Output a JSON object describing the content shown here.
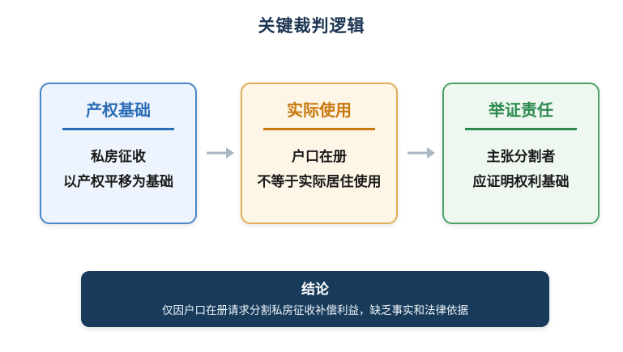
{
  "title": "关键裁判逻辑",
  "cards": [
    {
      "heading": "产权基础",
      "line1": "私房征收",
      "line2": "以产权平移为基础",
      "accent": "#2a6db5",
      "border": "#4a86c8",
      "background": "#eef4fd"
    },
    {
      "heading": "实际使用",
      "line1": "户口在册",
      "line2": "不等于实际居住使用",
      "accent": "#c9780d",
      "border": "#dfae55",
      "background": "#fdf6e6"
    },
    {
      "heading": "举证责任",
      "line1": "主张分割者",
      "line2": "应证明权利基础",
      "accent": "#2d8a4e",
      "border": "#4aa368",
      "background": "#eef8f1"
    }
  ],
  "arrow_color": "#a9b6c6",
  "conclusion": {
    "heading": "结论",
    "text": "仅因户口在册请求分割私房征收补偿利益，缺乏事实和法律依据",
    "background": "#183b5c"
  }
}
